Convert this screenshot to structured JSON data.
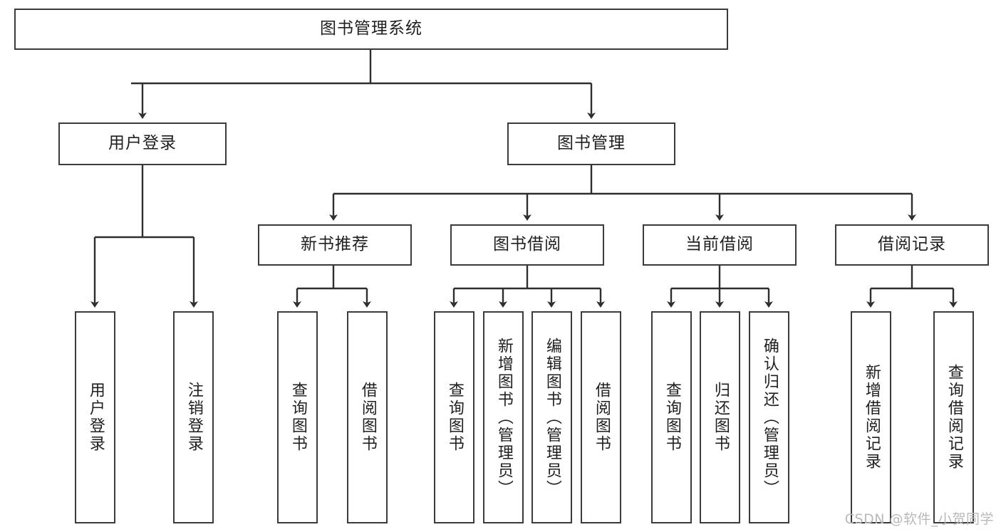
{
  "diagram": {
    "title": "图书管理系统",
    "type": "tree-hierarchy",
    "orientation": "top-down",
    "colors": {
      "border": "#3b3b3b",
      "node_fill": "#ffffff",
      "edge": "#2e2e2e",
      "text": "#1f1f1f",
      "watermark": "#b9b9b9",
      "background": "#ffffff"
    }
  },
  "root": {
    "label": "图书管理系统"
  },
  "level1": [
    {
      "label": "用户登录"
    },
    {
      "label": "图书管理"
    }
  ],
  "level2": [
    {
      "label": "新书推荐"
    },
    {
      "label": "图书借阅"
    },
    {
      "label": "当前借阅"
    },
    {
      "label": "借阅记录"
    }
  ],
  "leaves": {
    "user_login": [
      {
        "label": "用户登录"
      },
      {
        "label": "注销登录"
      }
    ],
    "new_book_recommend": [
      {
        "label": "查询图书"
      },
      {
        "label": "借阅图书"
      }
    ],
    "book_borrow": [
      {
        "label": "查询图书"
      },
      {
        "label": "新增图书（管理员）"
      },
      {
        "label": "编辑图书（管理员）"
      },
      {
        "label": "借阅图书"
      }
    ],
    "current_borrow": [
      {
        "label": "查询图书"
      },
      {
        "label": "归还图书"
      },
      {
        "label": "确认归还（管理员）"
      }
    ],
    "borrow_record": [
      {
        "label": "新增借阅记录"
      },
      {
        "label": "查询借阅记录"
      }
    ]
  },
  "watermark": {
    "text": "CSDN @软件_小贺同学"
  }
}
